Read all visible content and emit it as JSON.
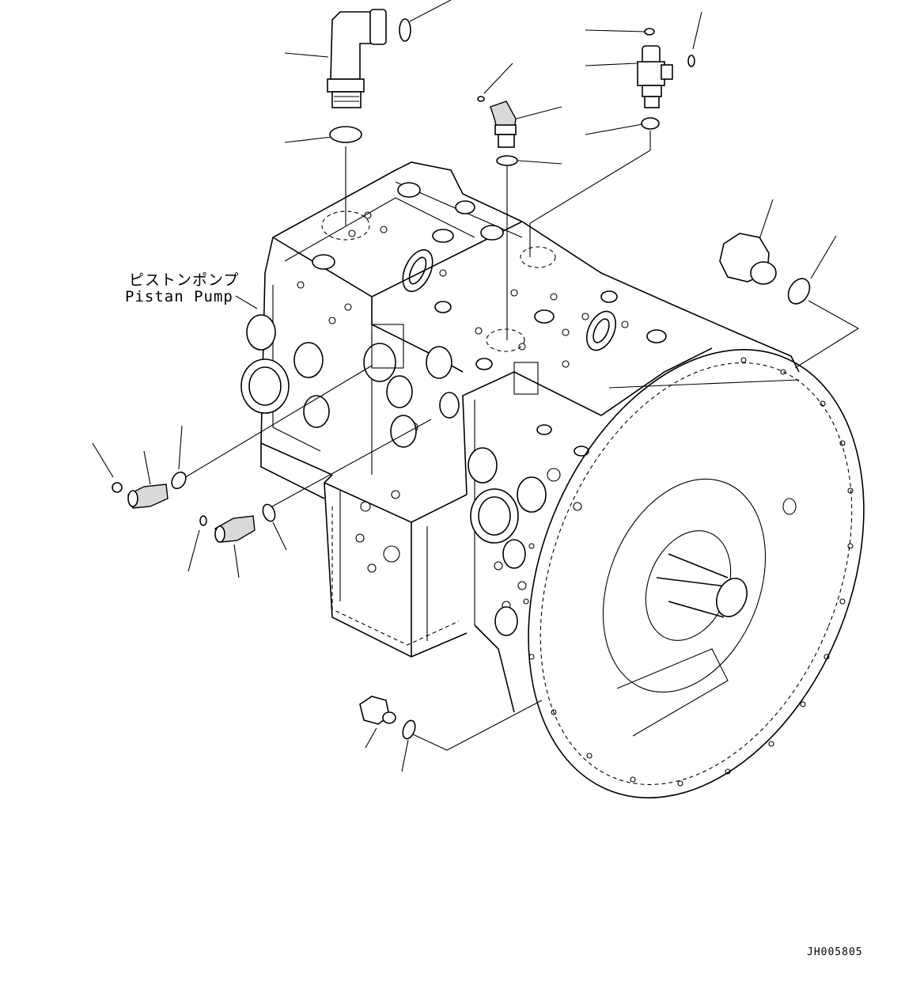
{
  "diagram": {
    "component_label_jp": "ピストンポンプ",
    "component_label_en": "Pistan Pump",
    "drawing_code": "JH005805"
  },
  "colors": {
    "line": "#000000",
    "background": "#ffffff",
    "part_shade": "#d9d9d9"
  }
}
